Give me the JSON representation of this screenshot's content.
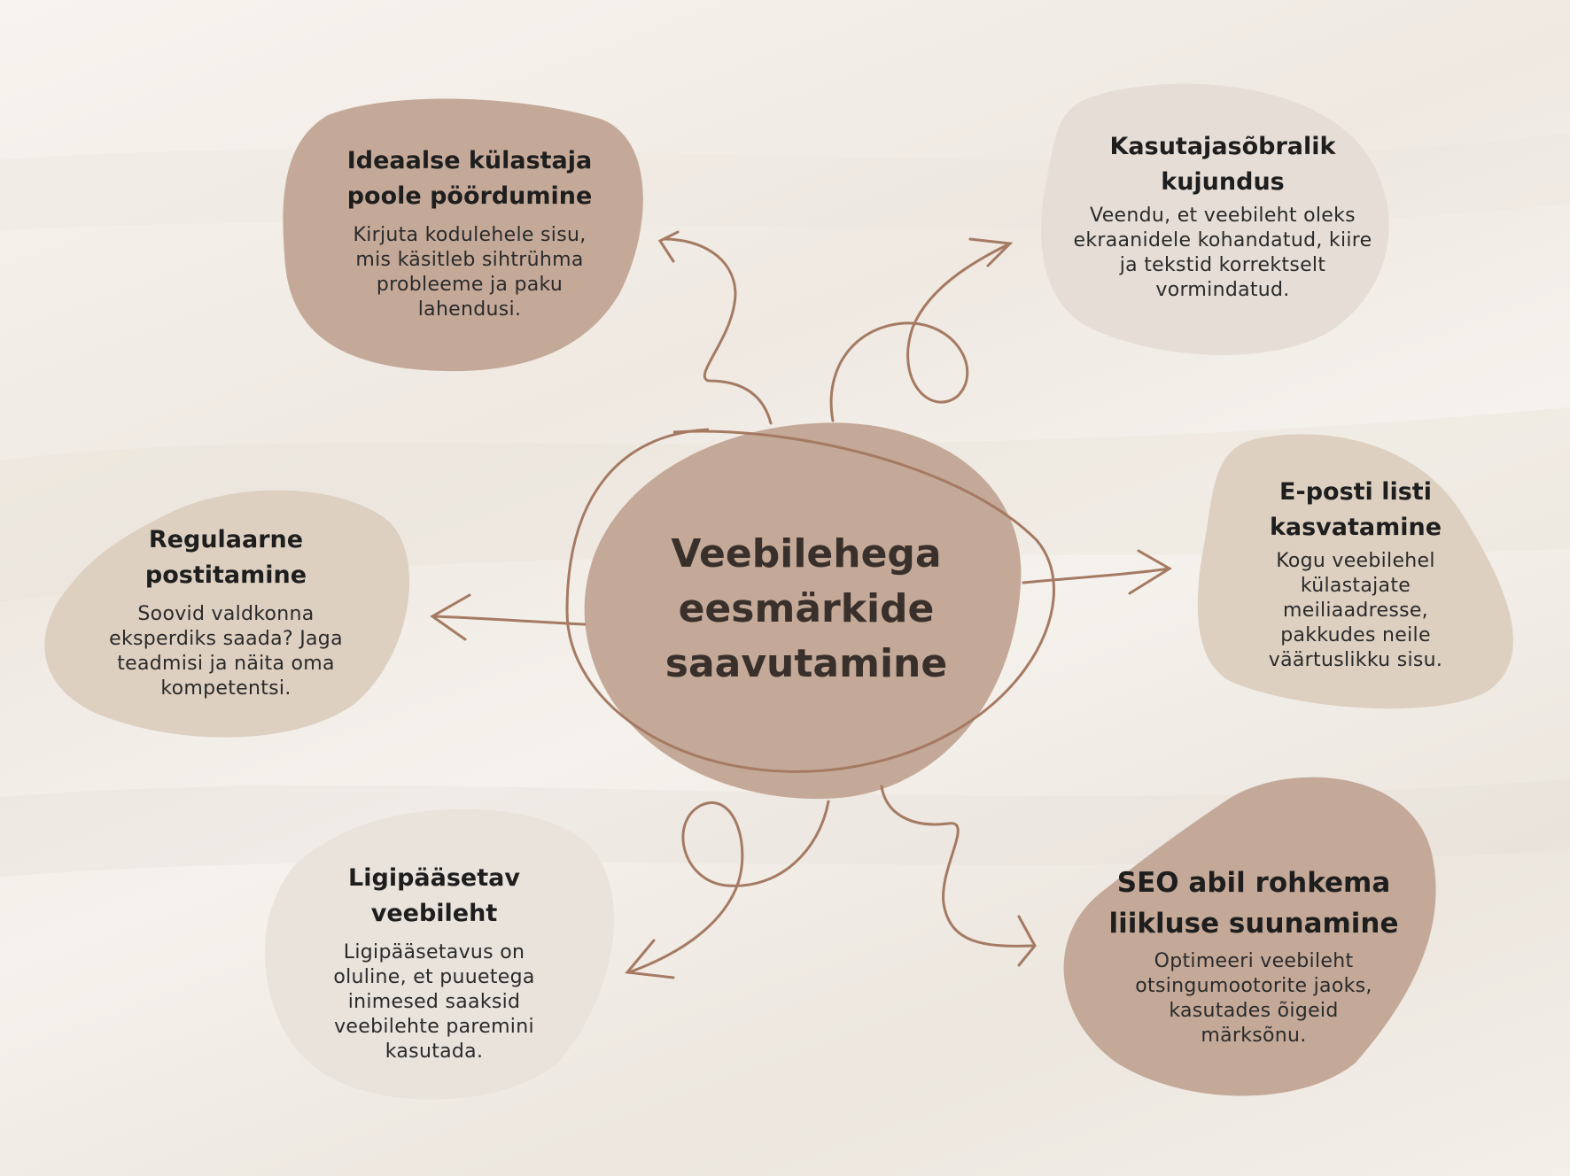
{
  "colors": {
    "dark_blob": "#c4a998",
    "mid_blob": "#ddd0c1",
    "light_blob": "#e9e3dc",
    "arrow": "#a57a63",
    "background": "#f4f0ea"
  },
  "center": {
    "title": "Veebilehega eesmärkide saavutamine"
  },
  "nodes": {
    "top_left": {
      "title": "Ideaalse külastaja poole pöördumine",
      "body": "Kirjuta kodulehele sisu, mis käsitleb sihtrühma probleeme ja paku lahendusi."
    },
    "top_right": {
      "title": "Kasutajasõbralik kujundus",
      "body": "Veendu, et veebileht oleks ekraanidele kohandatud, kiire ja tekstid korrektselt vormindatud."
    },
    "mid_left": {
      "title": "Regulaarne postitamine",
      "body": "Soovid valdkonna eksperdiks saada? Jaga teadmisi ja näita oma kompetentsi."
    },
    "mid_right": {
      "title": "E-posti listi kasvatamine",
      "body": "Kogu veebilehel külastajate meiliaadresse, pakkudes neile väärtuslikku sisu."
    },
    "bottom_left": {
      "title": "Ligipääsetav veebileht",
      "body": "Ligipääsetavus on oluline, et puuetega inimesed saaksid veebilehte paremini kasutada."
    },
    "bottom_right": {
      "title": "SEO abil rohkema liikluse suunamine",
      "body": "Optimeeri veebileht otsingumootorite jaoks, kasutades õigeid märksõnu."
    }
  }
}
